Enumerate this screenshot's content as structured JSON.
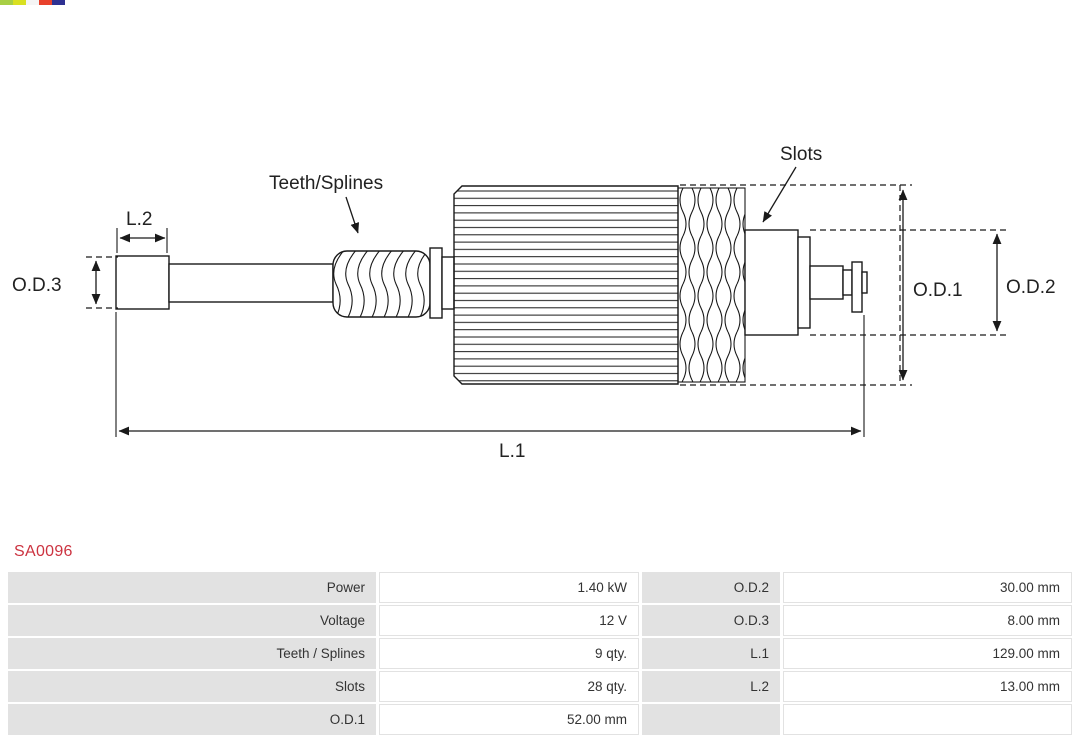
{
  "logo_colors": [
    "#a8cf45",
    "#d9e021",
    "#f5f5f5",
    "#e8412c",
    "#2e3192"
  ],
  "part_number": "SA0096",
  "diagram_labels": {
    "od3": "O.D.3",
    "l2": "L.2",
    "teeth_splines": "Teeth/Splines",
    "slots": "Slots",
    "od1": "O.D.1",
    "od2": "O.D.2",
    "l1": "L.1"
  },
  "specs": {
    "left": [
      {
        "label": "Power",
        "value": "1.40 kW"
      },
      {
        "label": "Voltage",
        "value": "12 V"
      },
      {
        "label": "Teeth / Splines",
        "value": "9 qty."
      },
      {
        "label": "Slots",
        "value": "28 qty."
      },
      {
        "label": "O.D.1",
        "value": "52.00 mm"
      }
    ],
    "right": [
      {
        "label": "O.D.2",
        "value": "30.00 mm"
      },
      {
        "label": "O.D.3",
        "value": "8.00 mm"
      },
      {
        "label": "L.1",
        "value": "129.00 mm"
      },
      {
        "label": "L.2",
        "value": "13.00 mm"
      },
      {
        "label": "",
        "value": ""
      }
    ]
  },
  "colors": {
    "part_number_red": "#cc3340",
    "label_cell_bg": "#e2e2e2",
    "value_cell_border": "#e2e2e2",
    "line_color": "#1a1a1a"
  }
}
